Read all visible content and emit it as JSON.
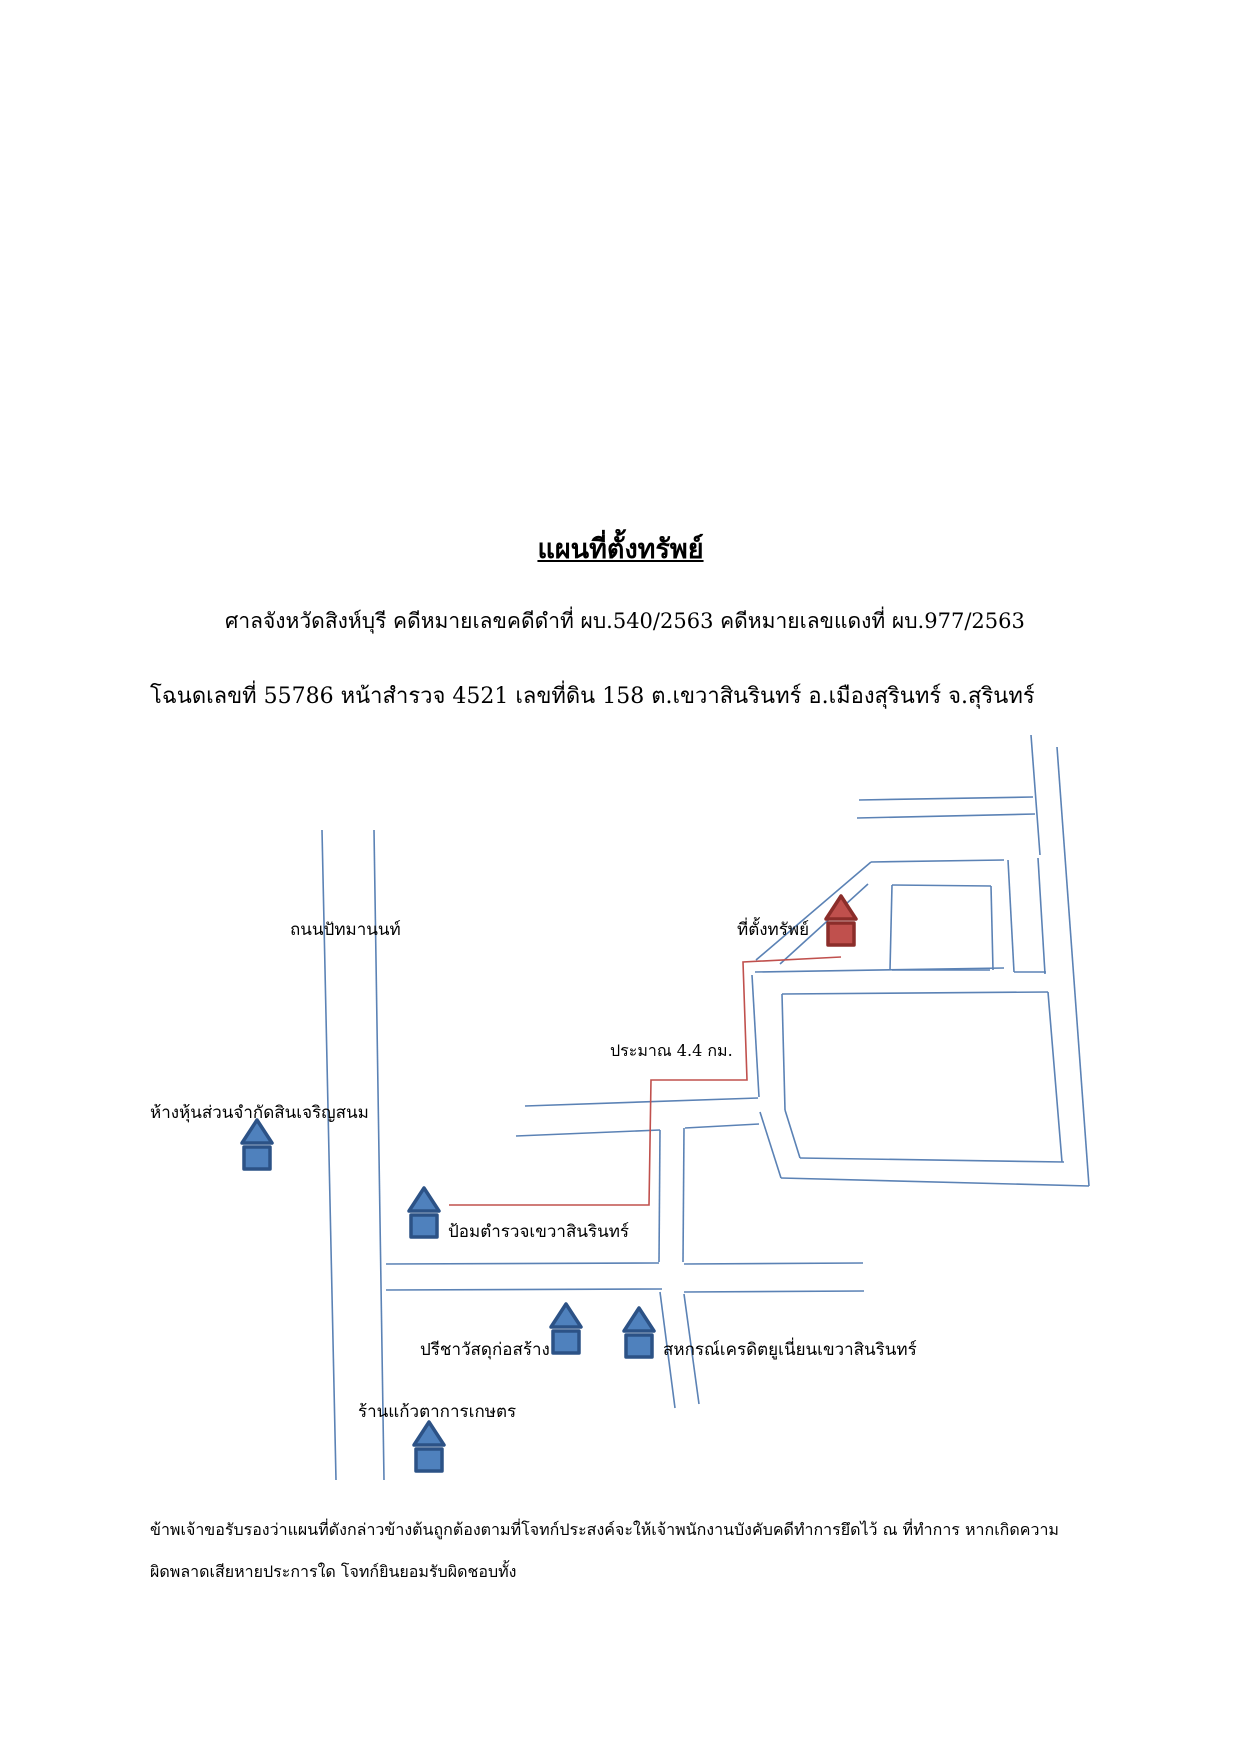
{
  "document": {
    "title": "แผนที่ตั้งทรัพย์",
    "case_line": "ศาลจังหวัดสิงห์บุรี คดีหมายเลขคดีดำที่ ผบ.540/2563 คดีหมายเลขแดงที่ ผบ.977/2563",
    "deed_line": "โฉนดเลขที่ 55786   หน้าสำรวจ  4521 เลขที่ดิน 158  ต.เขวาสินรินทร์  อ.เมืองสุรินทร์  จ.สุรินทร์",
    "certification_line1": "ข้าพเจ้าขอรับรองว่าแผนที่ดังกล่าวข้างต้นถูกต้องตามที่โจทก์ประสงค์จะให้เจ้าพนักงานบังคับคดีทำการยึดไว้ ณ ที่ทำการ หากเกิดความ",
    "certification_line2": "ผิดพลาดเสียหายประการใด โจทก์ยินยอมรับผิดชอบทั้ง"
  },
  "map": {
    "road_label": "ถนนปัทมานนท์",
    "property_label": "ที่ตั้งทรัพย์",
    "distance_label": "ประมาณ  4.4  กม.",
    "landmarks": {
      "partnership": "ห้างหุ้นส่วนจำกัดสินเจริญสนม",
      "police_box": "ป้อมตำรวจเขวาสินรินทร์",
      "construction_store": "ปรีชาวัสดุก่อสร้าง",
      "credit_union": "สหกรณ์เครดิตยูเนี่ยนเขวาสินรินทร์",
      "agri_shop": "ร้านแก้วตาการเกษตร"
    }
  },
  "colors": {
    "road": "#5b82b5",
    "route": "#c0504d",
    "marker_blue": "#4f81bd",
    "marker_blue_stroke": "#2c5286",
    "marker_red": "#c0504d",
    "marker_red_stroke": "#8b2d2a"
  }
}
